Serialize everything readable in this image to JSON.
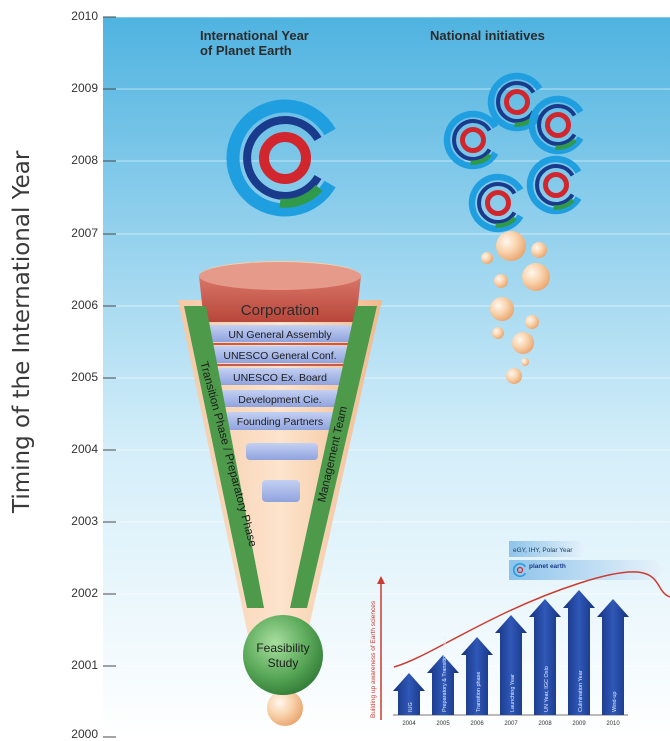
{
  "y_axis": {
    "label": "Timing of the International Year",
    "ticks": [
      "2010",
      "2009",
      "2008",
      "2007",
      "2006",
      "2005",
      "2004",
      "2003",
      "2002",
      "2001",
      "2000"
    ]
  },
  "headers": {
    "left": [
      "International Year",
      "of Planet Earth"
    ],
    "right": "National initiatives"
  },
  "funnel": {
    "levels": [
      "Corporation",
      "UN General Assembly",
      "UNESCO General Conf.",
      "UNESCO Ex. Board",
      "Development Cie.",
      "Founding Partners"
    ],
    "left_band": "Transition Phase / Preparatory Phase",
    "right_band": "Management Team",
    "feasibility": [
      "Feasibility",
      "Study"
    ]
  },
  "inset": {
    "banner_top": "eGY, IHY, Polar Year",
    "banner_logo": "planet earth",
    "vertical_axis_label": "Building up awareness of Earth sciences",
    "years": [
      "2004",
      "2005",
      "2006",
      "2007",
      "2008",
      "2009",
      "2010"
    ],
    "arrows": [
      "IUG",
      "Preparatory & Transition phase",
      "Transition phase",
      "Launching Year",
      "UN Year, IGC Oslo",
      "Culmination Year",
      "Wind-up"
    ]
  },
  "colors": {
    "sky_top": "#4fb3e0",
    "sky_bottom": "#e9f6fc",
    "logo_blue": "#1f9fe0",
    "logo_navy": "#1a3a8c",
    "logo_red": "#d2262e",
    "logo_green": "#2e9a4a",
    "funnel_red": "#c9584f",
    "funnel_blue": "#a8b8e8",
    "band_green": "#4c9a4a",
    "arrow_blue": "#1f3f9c",
    "curve_red": "#cc3b2f"
  }
}
